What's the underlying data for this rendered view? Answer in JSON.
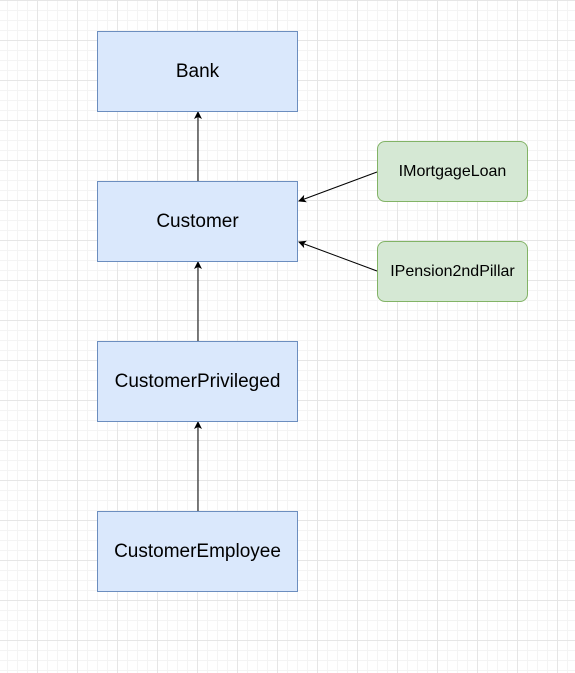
{
  "diagram": {
    "classes": [
      {
        "id": "bank",
        "label": "Bank"
      },
      {
        "id": "customer",
        "label": "Customer"
      },
      {
        "id": "customer-privileged",
        "label": "CustomerPrivileged"
      },
      {
        "id": "customer-employee",
        "label": "CustomerEmployee"
      }
    ],
    "interfaces": [
      {
        "id": "imortgage-loan",
        "label": "IMortgageLoan"
      },
      {
        "id": "ipension-2nd-pillar",
        "label": "IPension2ndPillar"
      }
    ],
    "edges": [
      {
        "from": "customer",
        "to": "bank"
      },
      {
        "from": "customer-privileged",
        "to": "customer"
      },
      {
        "from": "customer-employee",
        "to": "customer-privileged"
      },
      {
        "from": "imortgage-loan",
        "to": "customer"
      },
      {
        "from": "ipension-2nd-pillar",
        "to": "customer"
      }
    ]
  },
  "colors": {
    "class_fill": "#dae8fc",
    "class_stroke": "#6c8ebf",
    "interface_fill": "#d5e8d4",
    "interface_stroke": "#82b366",
    "edge": "#000000"
  }
}
